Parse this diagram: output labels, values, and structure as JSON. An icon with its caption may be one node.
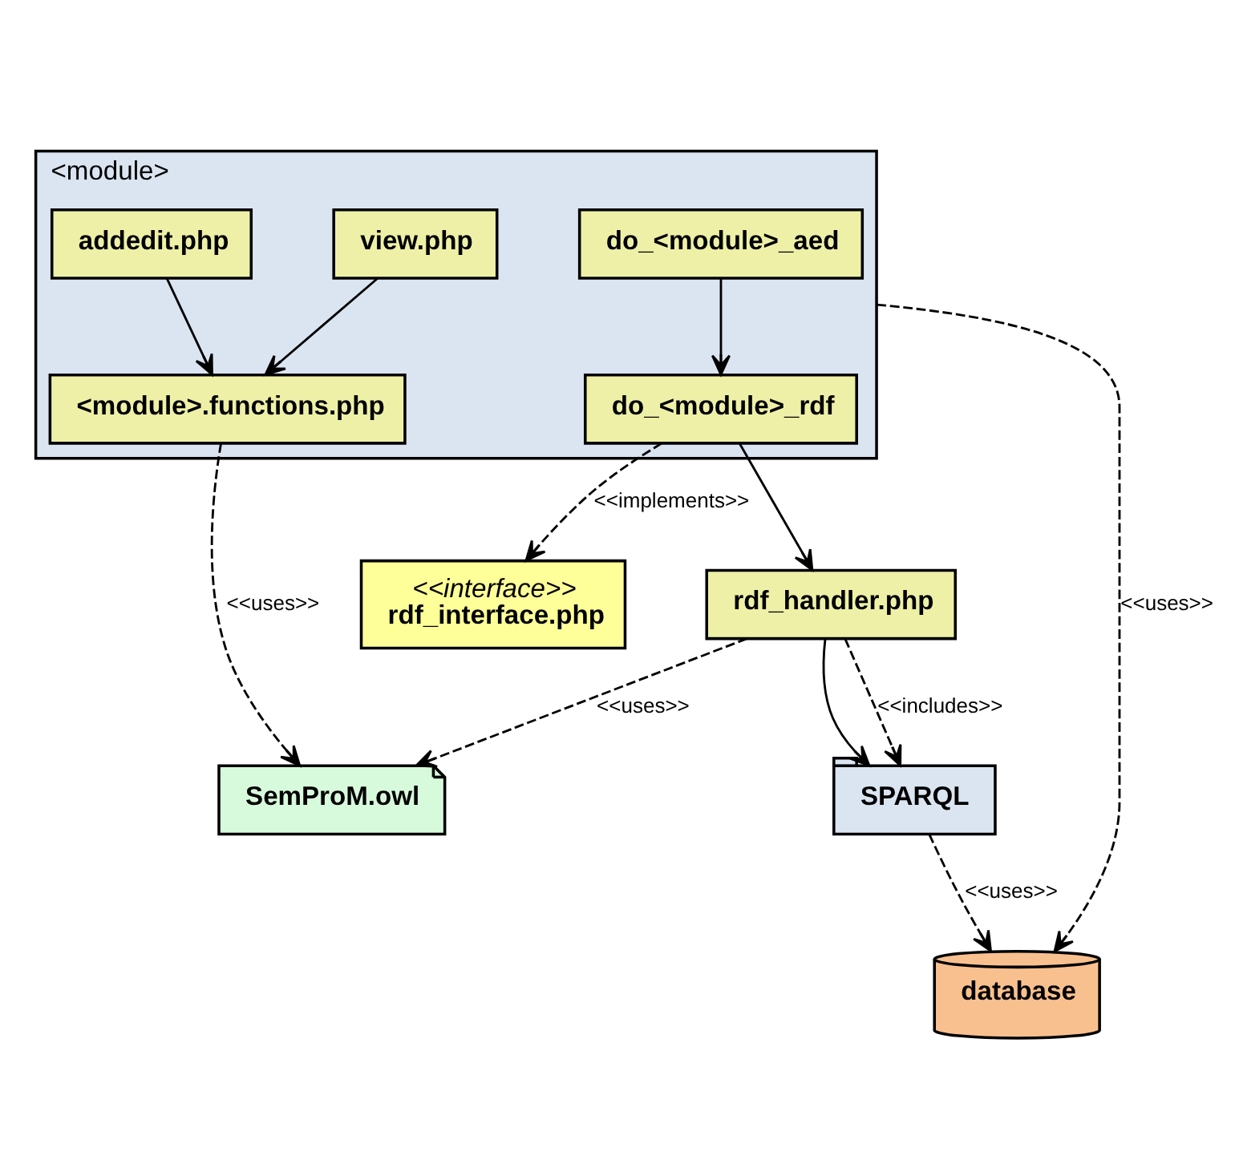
{
  "diagram": {
    "nodes": [
      {
        "text": [
          "<module>"
        ]
      },
      {
        "text": [
          "view.php"
        ],
        "in": 0
      },
      {
        "text": [
          "addedit.php"
        ],
        "in": 0
      },
      {
        "text": [
          "do_<module>_aed"
        ],
        "in": 0
      },
      {
        "text": [
          "<module>.functions.php"
        ],
        "in": 0
      },
      {
        "text": [
          "do_<module>_rdf"
        ],
        "in": 0
      },
      {
        "text": [
          "database"
        ]
      },
      {
        "text": [
          "SemProM.owl"
        ]
      },
      {
        "text": [
          "<<interface>>",
          "rdf_interface.php"
        ]
      },
      {
        "text": [
          "SPARQL"
        ]
      },
      {
        "text": [
          "rdf_handler.php"
        ]
      }
    ],
    "edges": [
      {
        "from": 1,
        "to": 4,
        "arrow": "to"
      },
      {
        "from": 2,
        "to": 4,
        "arrow": "to"
      },
      {
        "from": 3,
        "to": 5,
        "arrow": "to"
      },
      {
        "from": 0,
        "to": 6,
        "arrow": "to",
        "style": "dashed",
        "label": "<<uses>>"
      },
      {
        "from": 4,
        "to": 7,
        "arrow": "to",
        "style": "dashed",
        "label": "<<uses>>"
      },
      {
        "from": 5,
        "to": 8,
        "arrow": "to",
        "style": "dashed",
        "label": "<<implements>>"
      },
      {
        "from": 5,
        "to": 10,
        "arrow": "to"
      },
      {
        "from": 10,
        "to": 7,
        "arrow": "to",
        "style": "dashed",
        "label": "<<uses>>"
      },
      {
        "from": 9,
        "to": 6,
        "arrow": "to",
        "style": "dashed",
        "label": "<<uses>>"
      },
      {
        "from": 10,
        "to": 9,
        "arrow": "to"
      },
      {
        "from": 10,
        "to": 9,
        "arrow": "to",
        "style": "dashed",
        "label": "<<includes>>"
      }
    ]
  }
}
